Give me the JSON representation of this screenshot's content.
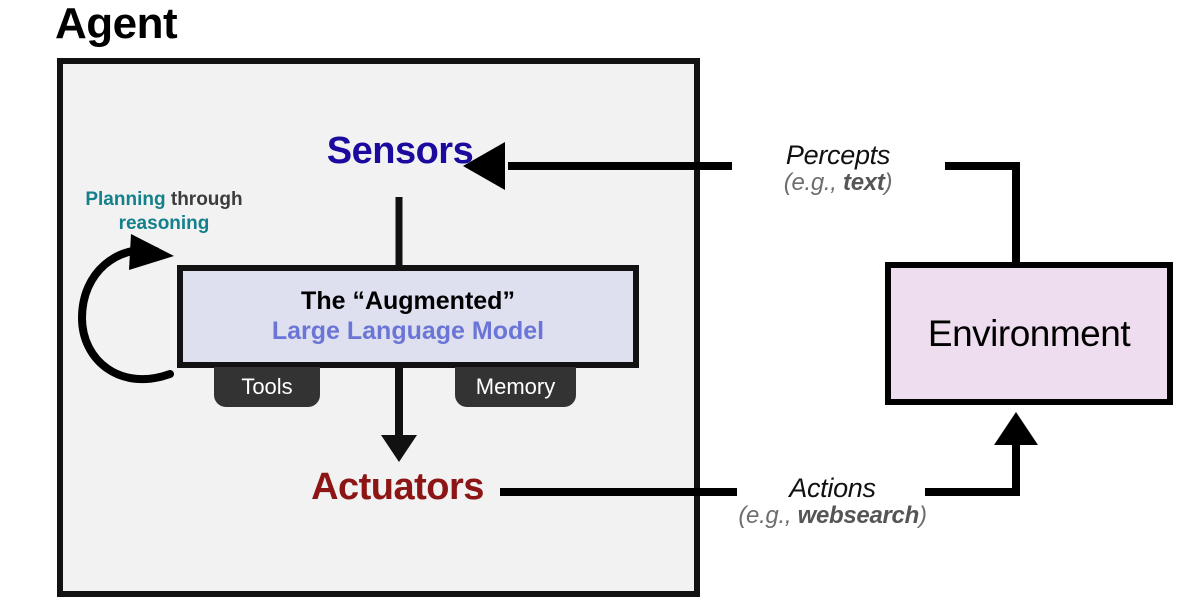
{
  "diagram": {
    "title": "Agent",
    "agent_box": {
      "sensors_label": "Sensors",
      "actuators_label": "Actuators",
      "llm_box": {
        "line1": "The “Augmented”",
        "line2": "Large Language Model",
        "tabs": [
          {
            "label": "Tools"
          },
          {
            "label": "Memory"
          }
        ]
      },
      "annotation": {
        "word1": "Planning",
        "word2": "through",
        "word3": "reasoning"
      }
    },
    "environment_box": {
      "label": "Environment"
    },
    "edges": {
      "percepts": {
        "main": "Percepts",
        "sub_prefix": "(e.g., ",
        "sub_bold": "text",
        "sub_suffix": ")"
      },
      "actions": {
        "main": "Actions",
        "sub_prefix": "(e.g., ",
        "sub_bold": "websearch",
        "sub_suffix": ")"
      }
    },
    "colors": {
      "sensors": "#1A0A9E",
      "actuators": "#8C1515",
      "llm_accent": "#6B75D6",
      "llm_fill": "#DEE0F0",
      "env_fill": "#EEDCEF",
      "agent_fill": "#F2F2F2",
      "annotation_accent": "#13808C",
      "tab_fill": "#333333",
      "stroke": "#000000"
    }
  }
}
